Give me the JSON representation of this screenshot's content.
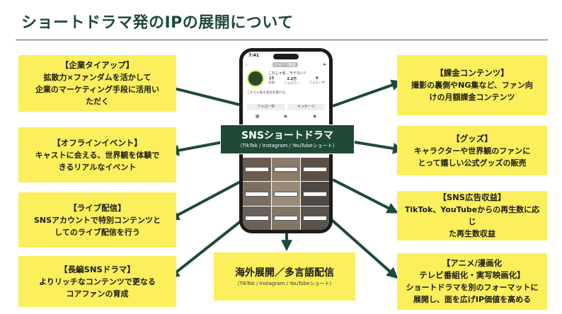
{
  "title": "ショートドラマ発のIPの展開について",
  "colors": {
    "accent": "#1e4a37",
    "box": "#fbef5c",
    "arrow": "#1e4a37"
  },
  "center": {
    "main": "SNSショートドラマ",
    "sub": "（TikTok / Instagram / YouTubeショート）"
  },
  "bottom": {
    "main": "海外展開／多言語配信",
    "sub": "（TikTok / Instagram / YouTubeショート）"
  },
  "left_boxes": [
    {
      "heading": "【企業タイアップ】",
      "lines": [
        "拡散力×ファンダムを活かして",
        "企業のマーケティング手段に活用い",
        "ただく"
      ]
    },
    {
      "heading": "【オフラインイベント】",
      "lines": [
        "キャストに会える、世界観を体験で",
        "きるリアルなイベント"
      ]
    },
    {
      "heading": "【ライブ配信】",
      "lines": [
        "SNSアカウントで特別コンテンツと",
        "してのライブ配信を行う"
      ]
    },
    {
      "heading": "【長編SNSドラマ】",
      "lines": [
        "よりリッチなコンテンツで更なる",
        "コアファンの育成"
      ]
    }
  ],
  "right_boxes": [
    {
      "heading": "【課金コンテンツ】",
      "lines": [
        "撮影の裏側やNG集など、ファン向",
        "けの月額課金コンテンツ"
      ]
    },
    {
      "heading": "【グッズ】",
      "lines": [
        "キャラクターや世界観のファンに",
        "とって嬉しい公式グッズの販売"
      ]
    },
    {
      "heading": "【SNS広告収益】",
      "lines": [
        "TikTok、YouTubeからの再生数に応じ",
        "た再生数収益"
      ]
    },
    {
      "heading": "【アニメ/漫画化",
      "lines": [
        "テレビ番組化・実写映画化】",
        "ショートドラマを別のフォーマットに",
        "展開し、面を広げIP価値を高める"
      ]
    }
  ],
  "phone": {
    "status_time": "7:41",
    "header_label": "ショート動画",
    "profile_name": "これじゃ私、モテない？",
    "stats": [
      {
        "value": "13",
        "label": "投稿"
      },
      {
        "value": "2.2万",
        "label": "フォロワー"
      },
      {
        "value": "0",
        "label": "フォロー中"
      }
    ],
    "bio": "これじゃ私も変化を続ける。",
    "follow_button": "フォロー中",
    "message_button": "メッセージ"
  }
}
